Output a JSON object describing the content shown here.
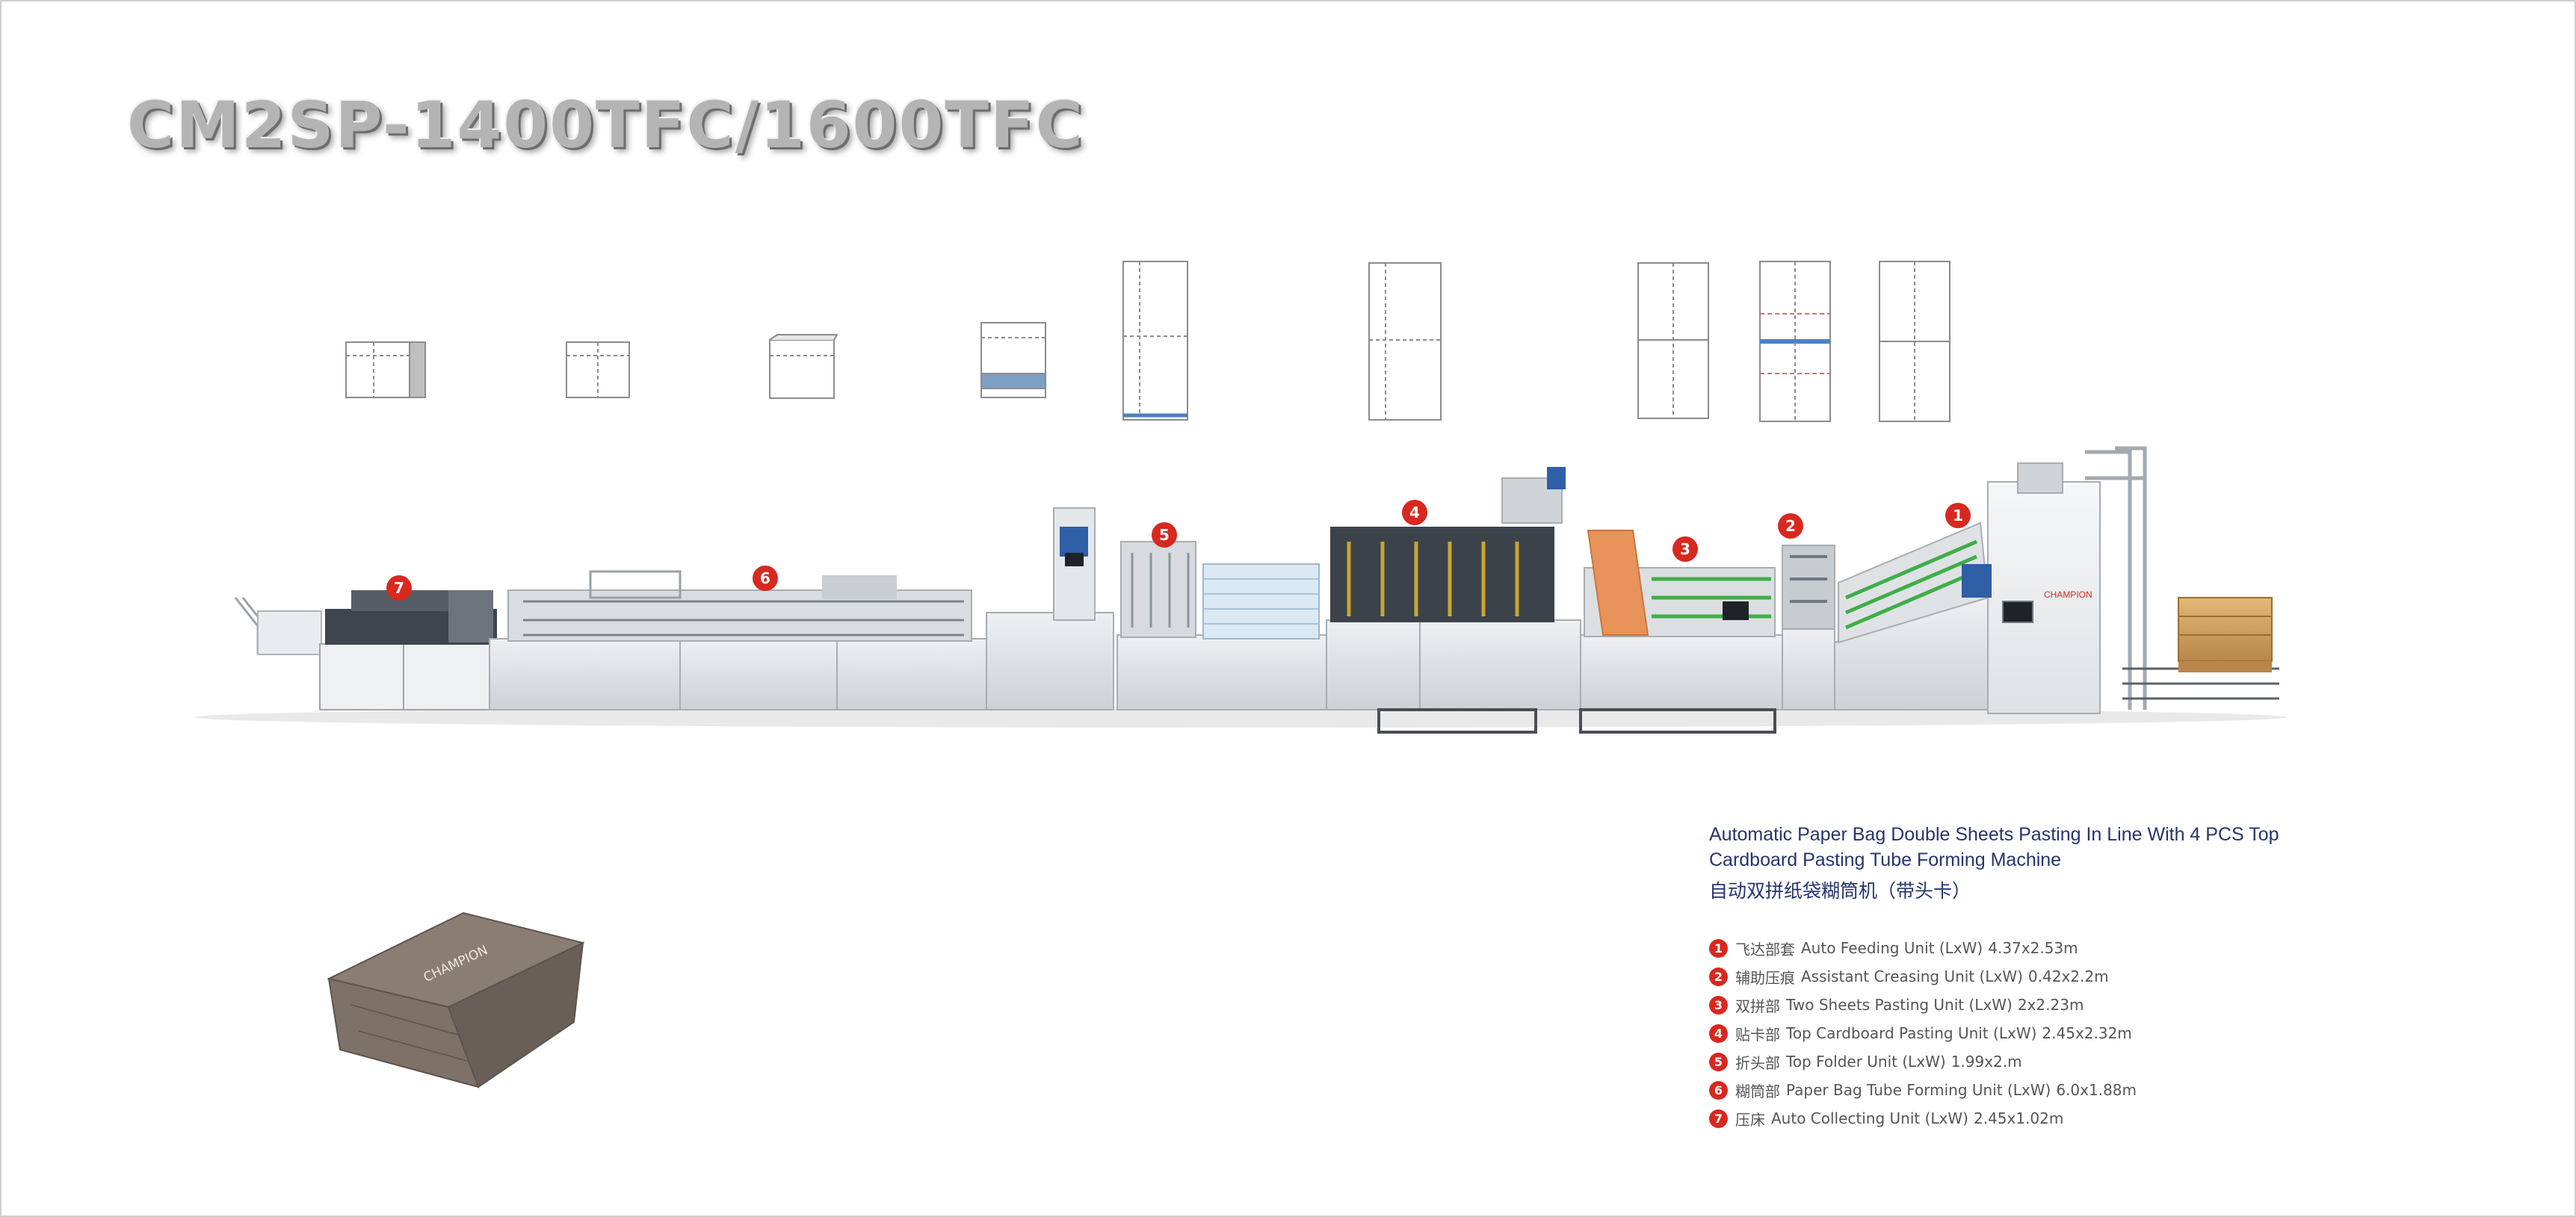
{
  "model_title": "CM2SP-1400TFC/1600TFC",
  "brand_label": "CHAMPION",
  "bag_print": "CHAMPION",
  "info": {
    "title_en_line1": "Automatic Paper Bag Double Sheets Pasting In Line With 4 PCS Top",
    "title_en_line2": "Cardboard Pasting Tube Forming Machine",
    "title_cn": "自动双拼纸袋糊筒机（带头卡）",
    "units": [
      {
        "num": "1",
        "cn": "飞达部套",
        "en": "Auto Feeding Unit (LxW)",
        "size": "4.37x2.53m"
      },
      {
        "num": "2",
        "cn": "辅助压痕",
        "en": "Assistant Creasing Unit (LxW)",
        "size": "0.42x2.2m"
      },
      {
        "num": "3",
        "cn": "双拼部",
        "en": "Two Sheets Pasting Unit (LxW)",
        "size": "2x2.23m"
      },
      {
        "num": "4",
        "cn": "贴卡部",
        "en": "Top Cardboard Pasting Unit (LxW)",
        "size": "2.45x2.32m"
      },
      {
        "num": "5",
        "cn": "折头部",
        "en": "Top Folder Unit (LxW)",
        "size": "1.99x2.m"
      },
      {
        "num": "6",
        "cn": "糊筒部",
        "en": "Paper Bag Tube Forming Unit (LxW)",
        "size": "6.0x1.88m"
      },
      {
        "num": "7",
        "cn": "压床",
        "en": "Auto Collecting Unit (LxW)",
        "size": "2.45x1.02m"
      }
    ]
  },
  "machine_markers": [
    "1",
    "2",
    "3",
    "4",
    "5",
    "6",
    "7"
  ],
  "colors": {
    "accent_red": "#d8281f",
    "title_navy": "#26346e",
    "machine_gray": "#dcdfe2",
    "bag_brown": "#8a7d72",
    "roller_green": "#3fae49",
    "pasting_orange": "#e8935a"
  }
}
